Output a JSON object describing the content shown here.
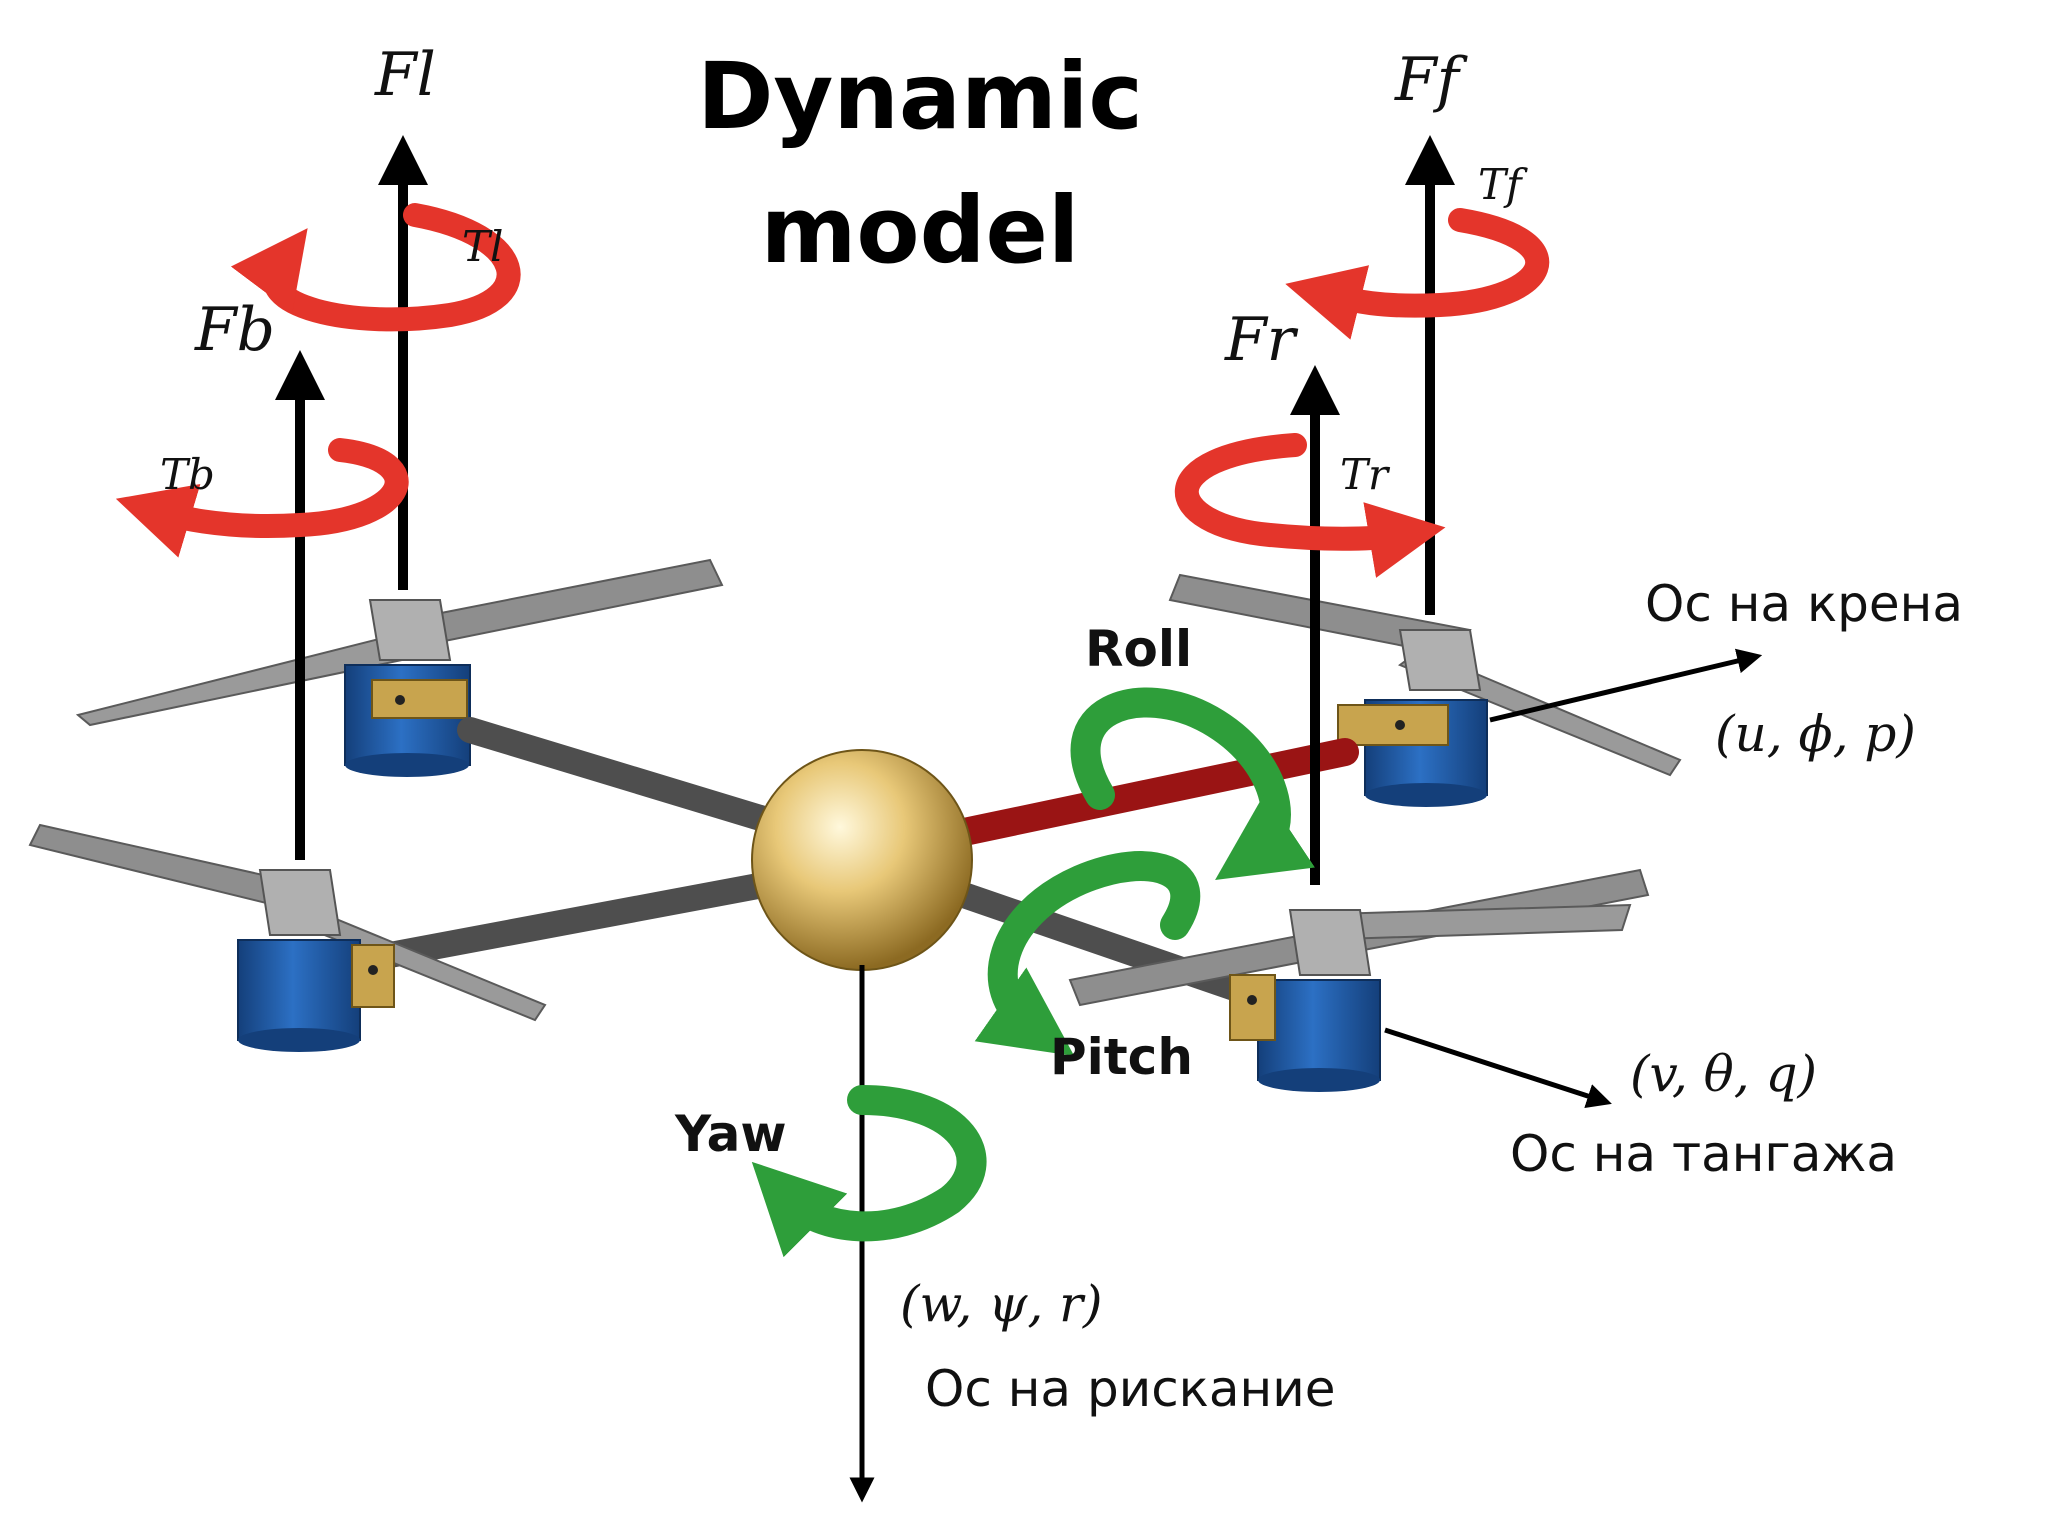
{
  "title": {
    "line1": "Dynamic",
    "line2": "model"
  },
  "forces": {
    "front": "Ff",
    "left": "Fl",
    "right": "Fr",
    "back": "Fb"
  },
  "torques": {
    "front": "Tf",
    "left": "Tl",
    "right": "Tr",
    "back": "Tb"
  },
  "rotations": {
    "roll": "Roll",
    "pitch": "Pitch",
    "yaw": "Yaw"
  },
  "axes": {
    "roll": {
      "name": "Ос на крена",
      "state": "(u, ϕ, p)"
    },
    "pitch": {
      "name": "Ос на тангажа",
      "state": "(v, θ, q)"
    },
    "yaw": {
      "name": "Ос на рискание",
      "state": "(w, ψ, r)"
    }
  },
  "colors": {
    "force_arrow": "#000000",
    "torque_arrow": "#e4352b",
    "rotation_arrow": "#2e9e3a",
    "motor": "#1f5fae",
    "body": "#d9b660",
    "front_arm": "#9a1414",
    "arm": "#4e4e4e",
    "blade": "#8e8e8e"
  }
}
